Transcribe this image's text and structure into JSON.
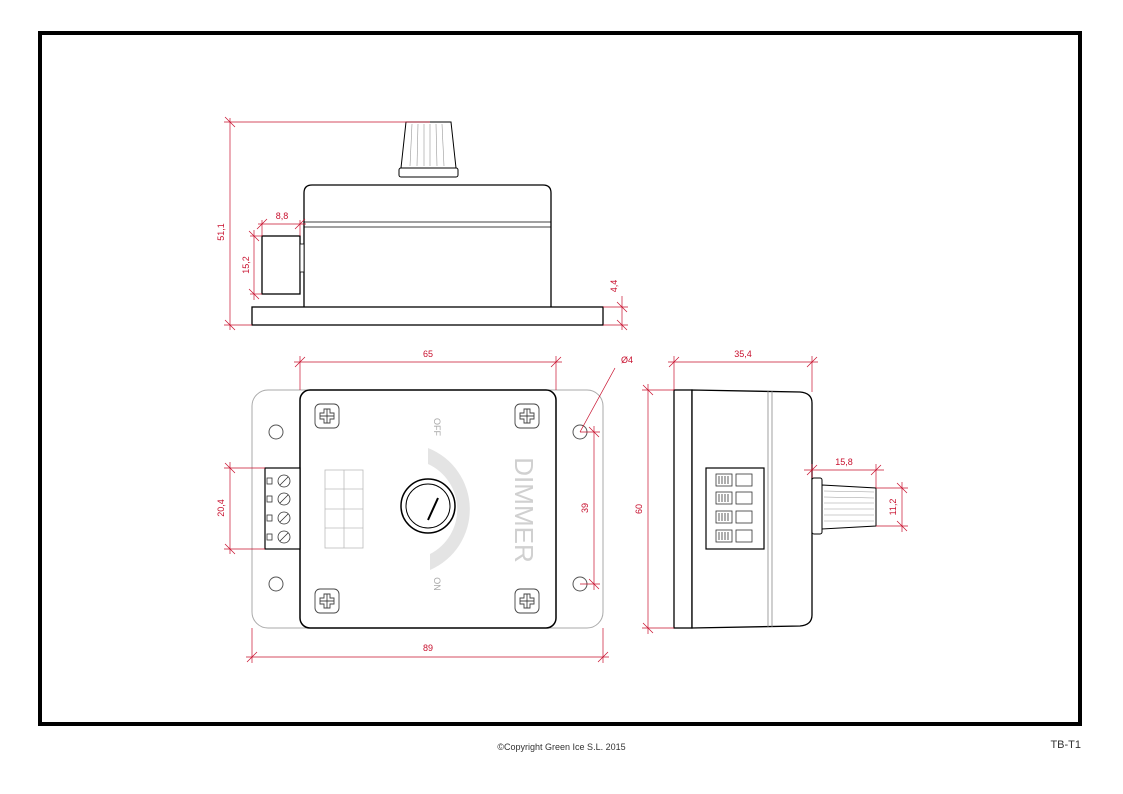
{
  "drawing": {
    "product_label": "DIMMER",
    "switch_off": "OFF",
    "switch_on": "ON"
  },
  "dimensions": {
    "total_height": "51,1",
    "connector_width": "8,8",
    "connector_height": "15,2",
    "base_thickness": "4,4",
    "body_width": "65",
    "hole_diameter": "Ø4",
    "terminal_height": "20,4",
    "hole_spacing": "39",
    "overall_width": "89",
    "side_depth": "35,4",
    "side_height": "60",
    "knob_length": "15,8",
    "knob_diameter": "11,2"
  },
  "footer": {
    "copyright": "©Copyright Green Ice S.L. 2015",
    "code": "TB-T1"
  },
  "colors": {
    "dimension": "#c8102e",
    "outline": "#000000",
    "frame": "#000000"
  }
}
